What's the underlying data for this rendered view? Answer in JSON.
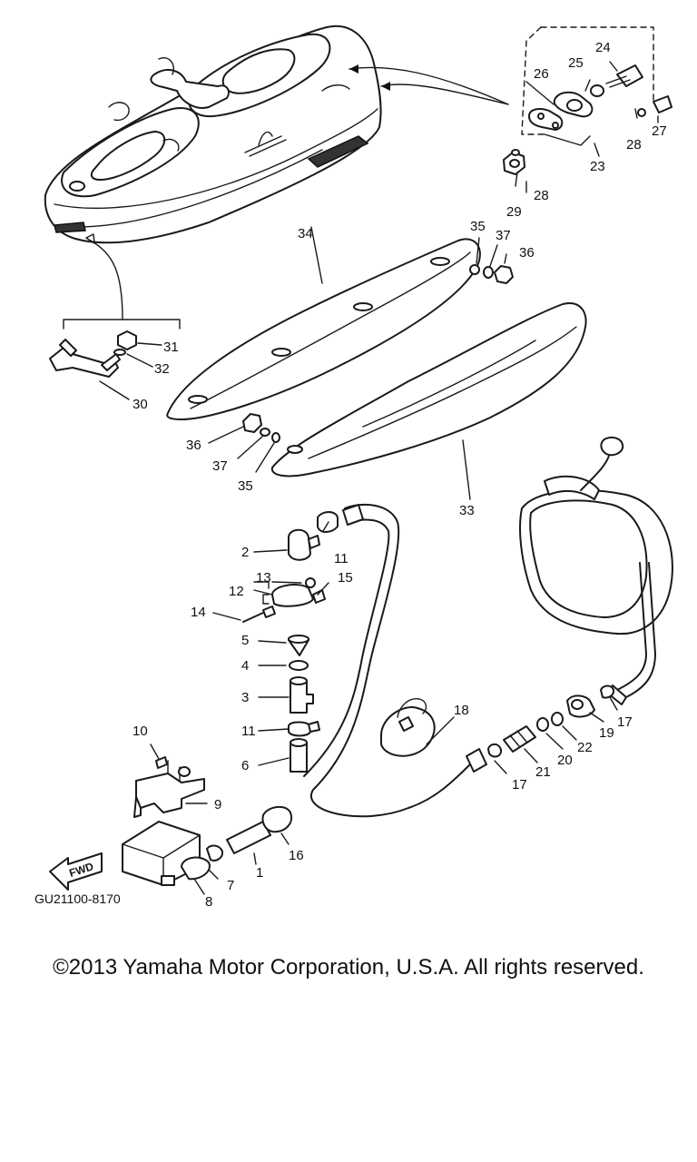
{
  "diagram": {
    "code": "GU21100-8170",
    "fwd_label": "FWD",
    "callouts": [
      "1",
      "2",
      "3",
      "4",
      "5",
      "6",
      "7",
      "8",
      "9",
      "10",
      "11",
      "11",
      "12",
      "13",
      "14",
      "15",
      "16",
      "17",
      "17",
      "18",
      "19",
      "20",
      "21",
      "22",
      "23",
      "24",
      "25",
      "26",
      "27",
      "28",
      "28",
      "29",
      "30",
      "31",
      "32",
      "33",
      "34",
      "35",
      "35",
      "36",
      "36",
      "37",
      "37"
    ]
  },
  "copyright": "©2013 Yamaha Motor Corporation, U.S.A. All rights reserved."
}
